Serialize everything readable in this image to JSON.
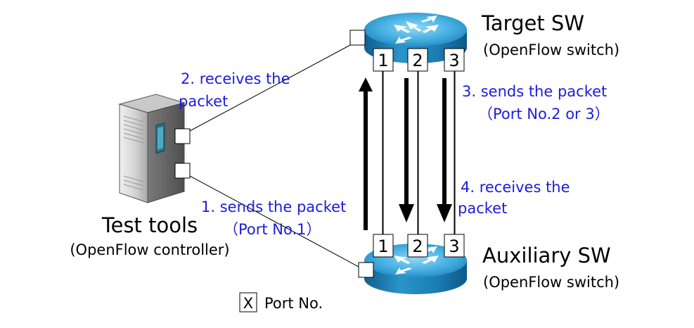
{
  "target_switch": {
    "title": "Target SW",
    "subtitle": "(OpenFlow switch)",
    "ports": [
      "1",
      "2",
      "3"
    ]
  },
  "auxiliary_switch": {
    "title": "Auxiliary SW",
    "subtitle": "(OpenFlow switch)",
    "ports": [
      "1",
      "2",
      "3"
    ]
  },
  "test_tools": {
    "title": "Test tools",
    "subtitle": "(OpenFlow controller)"
  },
  "steps": {
    "step1_line1": "1.  sends the packet",
    "step1_line2": "（Port No.1）",
    "step2_line1": "2.  receives the",
    "step2_line2": "packet",
    "step3_line1": "3.  sends the packet",
    "step3_line2": "（Port No.2 or 3）",
    "step4_line1": "4.  receives the",
    "step4_line2": "packet"
  },
  "legend": {
    "symbol": "X",
    "label": "Port No."
  },
  "colors": {
    "step_text": "#1c1cdc",
    "switch_body": "#1a8ac0",
    "switch_top": "#5ab8e6"
  },
  "icons": [
    "router-icon",
    "server-icon",
    "arrow-up",
    "arrow-down"
  ]
}
